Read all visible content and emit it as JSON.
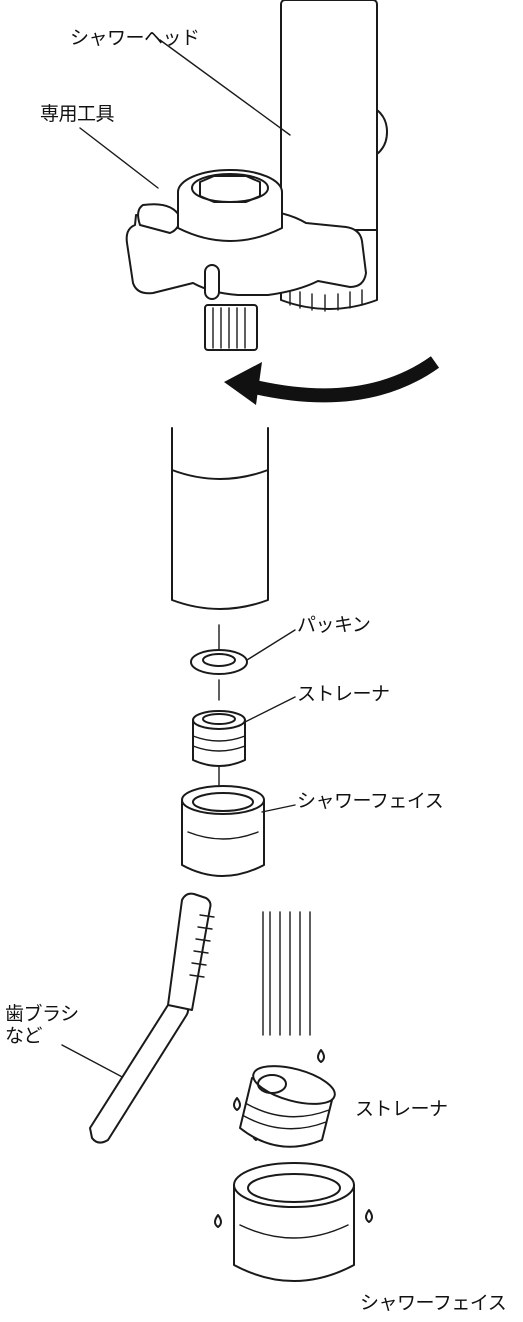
{
  "labels": {
    "shower_head": "シャワーヘッド",
    "special_tool": "専用工具",
    "packing": "パッキン",
    "strainer_top": "ストレーナ",
    "shower_face_top": "シャワーフェイス",
    "toothbrush": "歯ブラシ\nなど",
    "strainer_bottom": "ストレーナ",
    "shower_face_bottom": "シャワーフェイス"
  },
  "colors": {
    "line": "#1a1a1a",
    "arrow": "#111111",
    "background": "#ffffff"
  }
}
